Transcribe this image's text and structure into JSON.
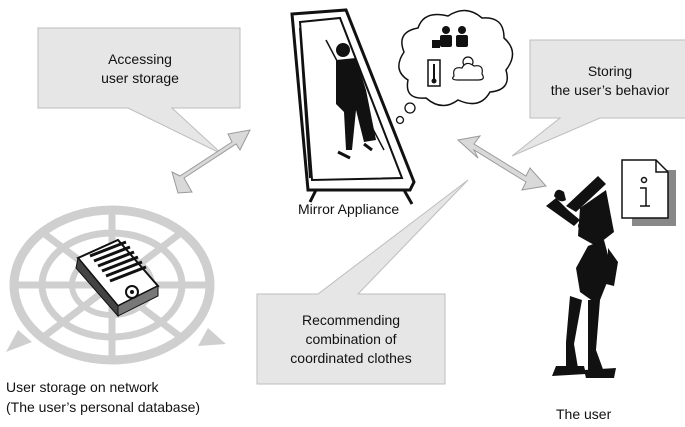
{
  "callouts": {
    "accessing": {
      "line1": "Accessing",
      "line2": "user storage"
    },
    "storing": {
      "line1": "Storing",
      "line2": "the user’s behavior"
    },
    "recommending": {
      "line1": "Recommending",
      "line2": "combination of",
      "line3": "coordinated clothes"
    }
  },
  "labels": {
    "mirror": "Mirror Appliance",
    "storage_line1": "User storage on network",
    "storage_line2": "(The user’s personal database)",
    "user": "The user"
  },
  "icons": [
    "network-storage-icon",
    "mirror-icon",
    "thought-bubble-icon",
    "user-silhouette-icon",
    "info-document-icon"
  ],
  "colors": {
    "callout_fill": "#e6e6e6",
    "callout_stroke": "#bdbdbd",
    "arrow_fill": "#d9d9d9",
    "arrow_stroke": "#9a9a9a",
    "ink": "#111111"
  }
}
